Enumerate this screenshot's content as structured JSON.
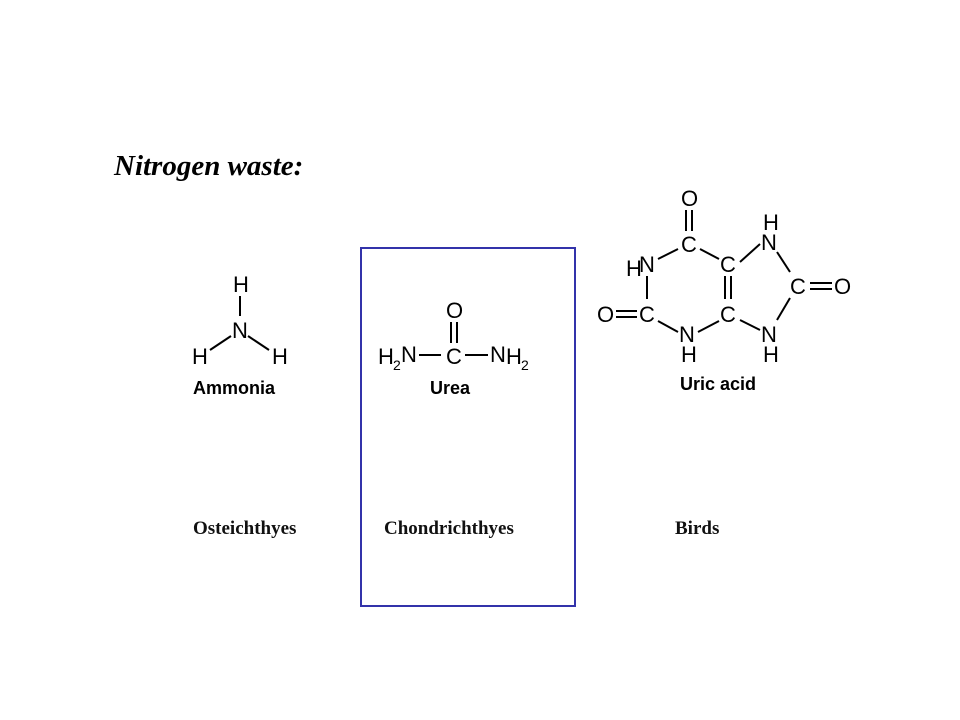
{
  "title": "Nitrogen waste:",
  "highlight_color": "#3333aa",
  "molecules": {
    "ammonia": {
      "name": "Ammonia",
      "atoms": {
        "h_top": "H",
        "n": "N",
        "h_left": "H",
        "h_right": "H"
      }
    },
    "urea": {
      "name": "Urea",
      "atoms": {
        "o": "O",
        "h_left": "H",
        "sub_left": "2",
        "n_left": "N",
        "c": "C",
        "n_right": "N",
        "h_right": "H",
        "sub_right": "2"
      }
    },
    "uric_acid": {
      "name": "Uric acid",
      "atoms": {
        "o_top": "O",
        "c_top": "C",
        "h_n1": "H",
        "n1": "N",
        "c_mid_top": "C",
        "h_n7": "H",
        "n7": "N",
        "c8": "C",
        "o8": "O",
        "o_left": "O",
        "c2": "C",
        "n3": "N",
        "h_n3": "H",
        "c_mid_bot": "C",
        "n9": "N",
        "h_n9": "H"
      }
    }
  },
  "groups": [
    {
      "label": "Osteichthyes"
    },
    {
      "label": "Chondrichthyes"
    },
    {
      "label": "Birds"
    }
  ]
}
